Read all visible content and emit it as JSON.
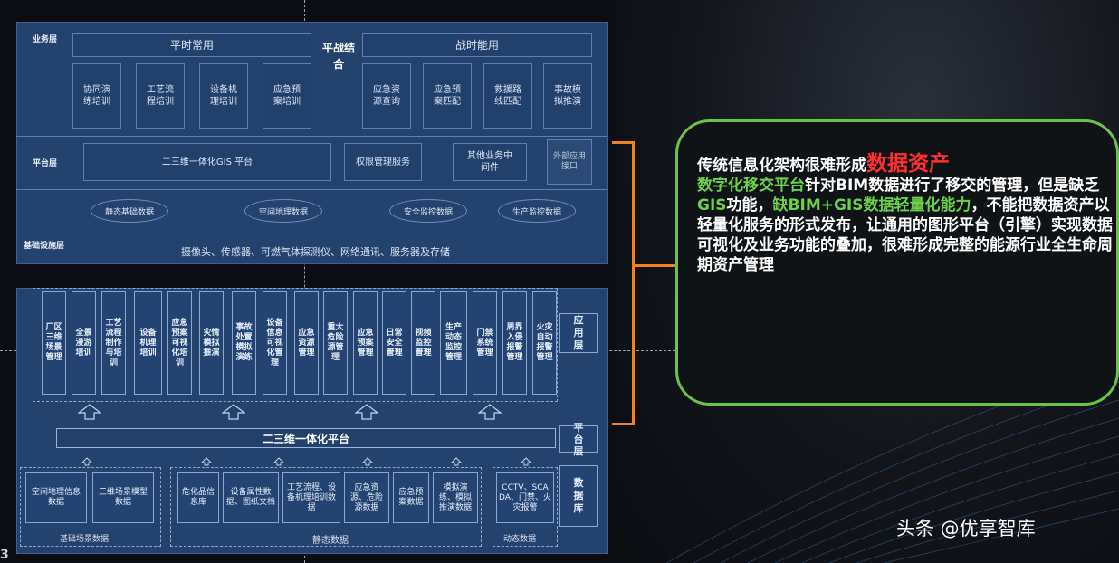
{
  "top": {
    "layer_business": "业务层",
    "layer_platform": "平台层",
    "layer_infra": "基础设施层",
    "peacetime": "平时常用",
    "wartime": "战时能用",
    "combine": "平战结合",
    "peace_items": [
      "协同演练培训",
      "工艺流程培训",
      "设备机理培训",
      "应急预案培训"
    ],
    "war_items": [
      "应急资源查询",
      "应急预案匹配",
      "救援路线匹配",
      "事故模拟推演"
    ],
    "gis": "二三维一体化GIS 平台",
    "auth": "权限管理服务",
    "middleware": "其他业务中间件",
    "ext_api": "外部应用接口",
    "data_ovals": [
      "静态基础数据",
      "空间地理数据",
      "安全监控数据",
      "生产监控数据"
    ],
    "infra_text": "摄像头、传感器、可燃气体探测仪、网络通讯、服务器及存储"
  },
  "bottom": {
    "apps": [
      "厂区三维场景管理",
      "全景漫游培训",
      "工艺流程制作与培训",
      "设备机理培训",
      "应急预案可视化培训",
      "灾情模拟推演",
      "事故处置模拟演练",
      "设备信息可视化管理",
      "应急资源管理",
      "重大危险源管理",
      "应急预案管理",
      "日常安全管理",
      "视频监控管理",
      "生产动态监控管理",
      "门禁系统管理",
      "周界入侵报警管理",
      "火灾自动报警管理"
    ],
    "app_layer": "应用层",
    "platform_layer": "平台层",
    "db_layer": "数据库",
    "platform": "二三维一体化平台",
    "base_items": [
      "空间地理信息数据",
      "三维场景模型数据"
    ],
    "static_items": [
      "危化品信息库",
      "设备属性数据、图纸文档",
      "工艺流程、设备机理培训数据",
      "应急资源、危险源数据",
      "应急预案数据",
      "模拟演练、模拟推演数据"
    ],
    "dynamic_items": [
      "CCTV、SCADA、门禁、火灾报警"
    ],
    "base_label": "基础场景数据",
    "static_label": "静态数据",
    "dynamic_label": "动态数据"
  },
  "callout": {
    "p1": "传统信息化架构很难形成",
    "p1_red": "数据资产",
    "p2_green": "数字化移交平台",
    "p2": "针对BIM数据进行了移交的管理，但是缺乏",
    "p2_gis": "GIS",
    "p2b": "功能，",
    "p2_green2": "缺BIM+GIS数据轻量化能力",
    "p3": "，不能把数据资产以轻量化服务的形式发布，让通用的图形平台（引擎）实现数据可视化及业务功能的叠加，很难形成完整的能源行业全生命周期资产管理"
  },
  "watermark": "头条 @优享智库",
  "page_number": "3",
  "colors": {
    "accent_orange": "#f2811f",
    "accent_green": "#6bc24a",
    "highlight_red": "#ff3030"
  }
}
